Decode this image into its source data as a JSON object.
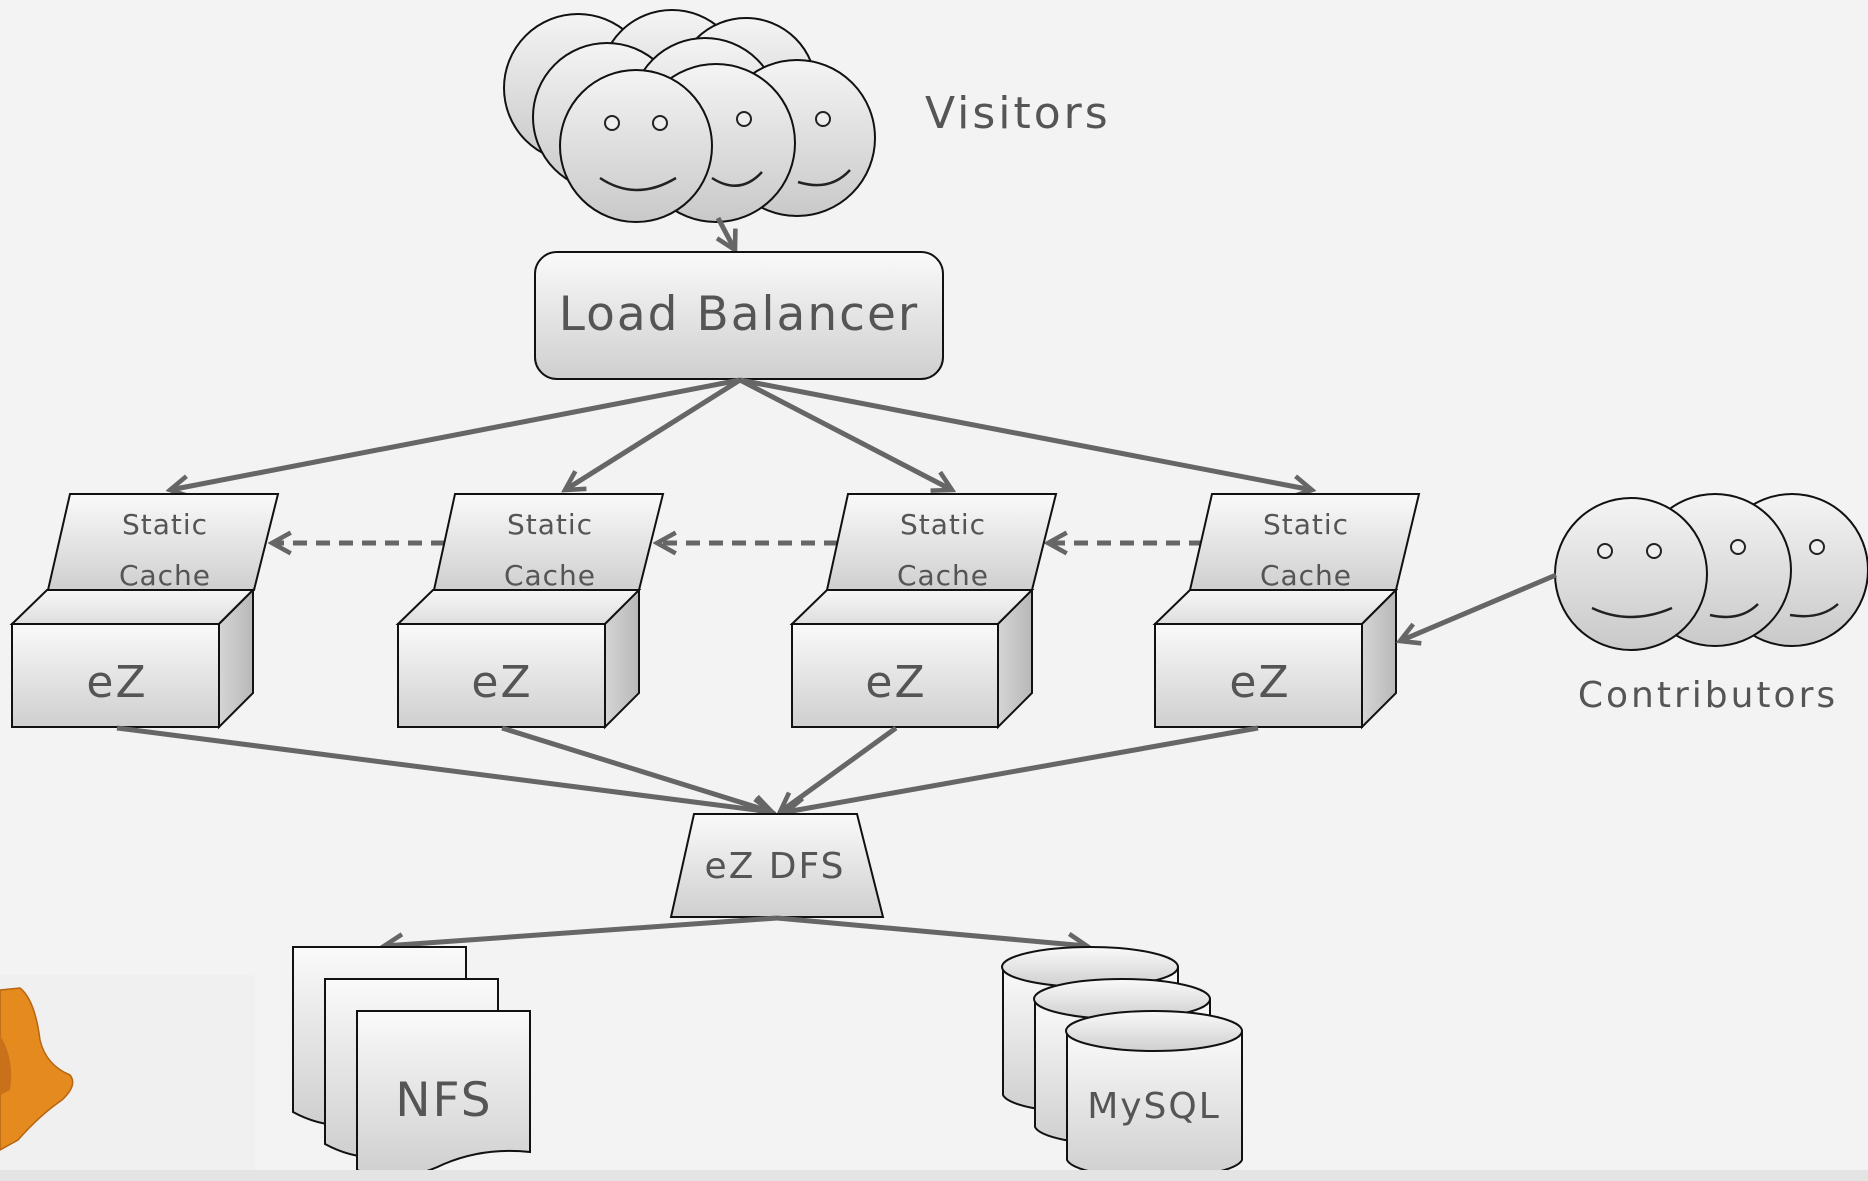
{
  "labels": {
    "visitors": "Visitors",
    "contributors": "Contributors",
    "load_balancer": "Load Balancer",
    "ez_dfs": "eZ DFS",
    "nfs": "NFS",
    "mysql": "MySQL"
  },
  "servers": [
    {
      "cache_line1": "Static",
      "cache_line2": "Cache",
      "node": "eZ"
    },
    {
      "cache_line1": "Static",
      "cache_line2": "Cache",
      "node": "eZ"
    },
    {
      "cache_line1": "Static",
      "cache_line2": "Cache",
      "node": "eZ"
    },
    {
      "cache_line1": "Static",
      "cache_line2": "Cache",
      "node": "eZ"
    }
  ],
  "colors": {
    "background": "#f3f3f3",
    "shape_fill_top": "#fafafa",
    "shape_fill_bottom": "#cfcfcf",
    "arrow": "#666666",
    "text": "#555555",
    "corner_accent": "#e58a1f"
  }
}
